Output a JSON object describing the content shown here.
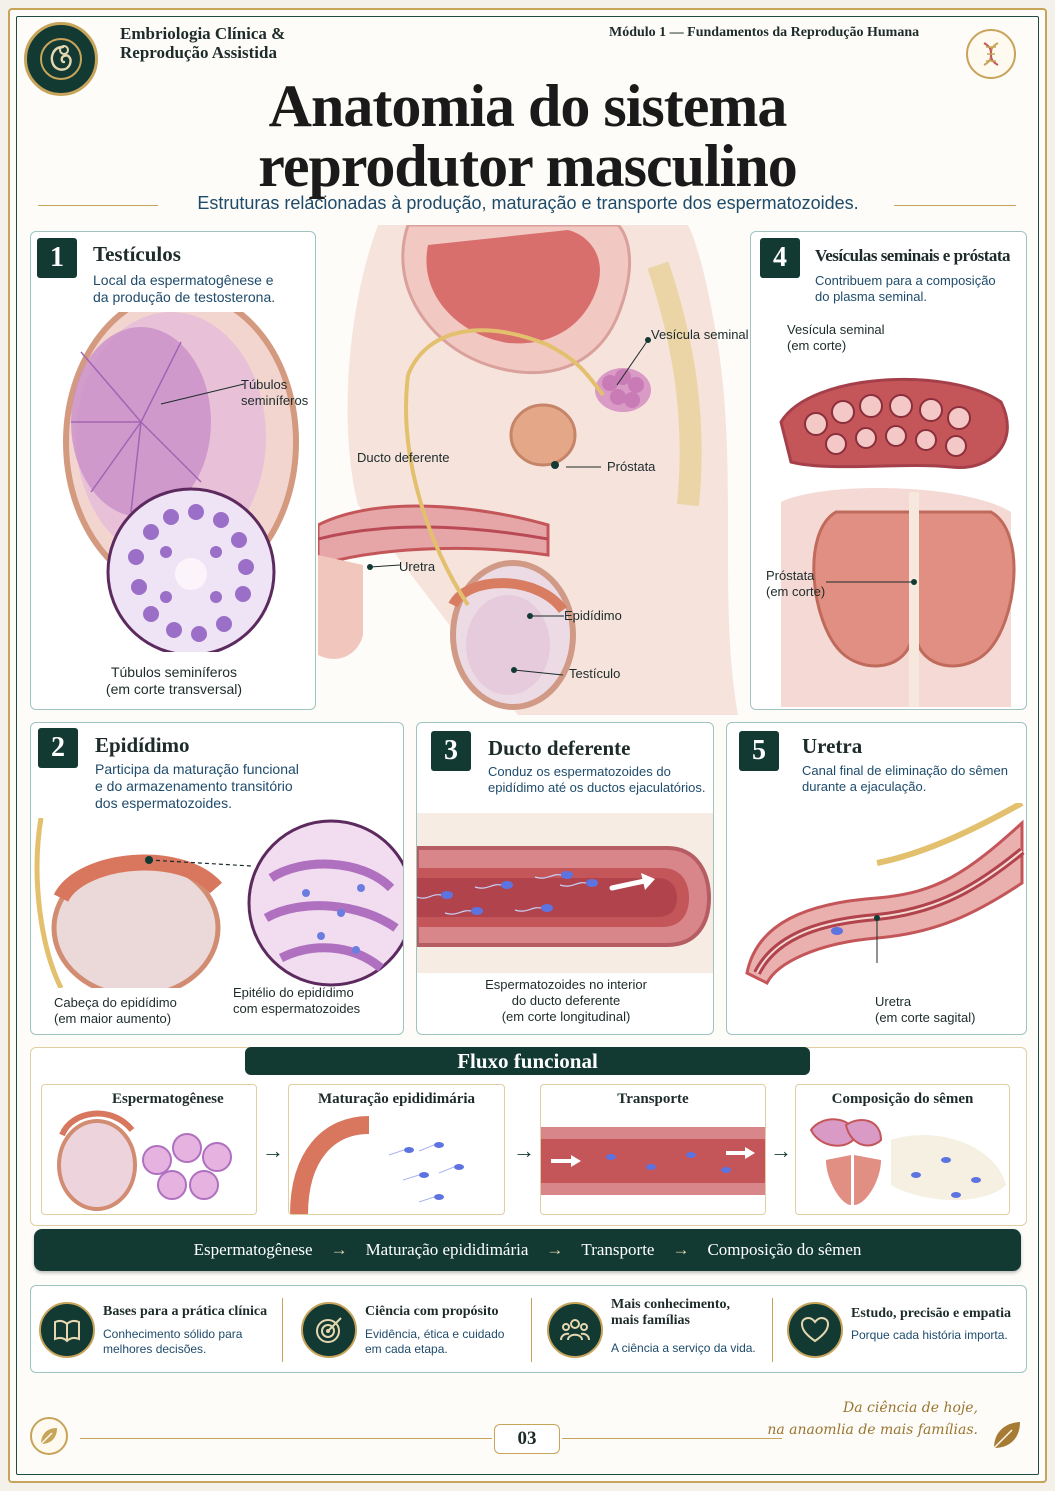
{
  "header": {
    "brand_line1": "Embriologia Clínica &",
    "brand_line2": "Reprodução Assistida",
    "module": "Módulo 1 — Fundamentos da Reprodução Humana",
    "title_line1": "Anatomia do sistema",
    "title_line2": "reprodutor masculino",
    "subtitle": "Estruturas relacionadas à produção, maturação e transporte dos espermatozoides."
  },
  "sections": {
    "testiculos": {
      "number": "1",
      "title": "Testículos",
      "desc_line1": "Local da espermatogênese e",
      "desc_line2": "da produção de testosterona.",
      "label_tubules_1": "Túbulos",
      "label_tubules_2": "seminíferos",
      "caption_1": "Túbulos seminíferos",
      "caption_2": "(em corte transversal)"
    },
    "central": {
      "vesicula": "Vesícula seminal",
      "ducto": "Ducto deferente",
      "prostata": "Próstata",
      "uretra": "Uretra",
      "epididimo": "Epidídimo",
      "testiculo": "Testículo"
    },
    "vesiculas": {
      "number": "4",
      "title": "Vesículas seminais e próstata",
      "desc_line1": "Contribuem para a composição",
      "desc_line2": "do plasma seminal.",
      "label_vesicula_1": "Vesícula seminal",
      "label_vesicula_2": "(em corte)",
      "label_prostata_1": "Próstata",
      "label_prostata_2": "(em corte)"
    },
    "epididimo": {
      "number": "2",
      "title": "Epidídimo",
      "desc_line1": "Participa da maturação funcional",
      "desc_line2": "e do armazenamento transitório",
      "desc_line3": "dos espermatozoides.",
      "caption_left_1": "Cabeça do epidídimo",
      "caption_left_2": "(em maior aumento)",
      "caption_right_1": "Epitélio do epidídimo",
      "caption_right_2": "com espermatozoides"
    },
    "ducto": {
      "number": "3",
      "title": "Ducto deferente",
      "desc_line1": "Conduz os espermatozoides do",
      "desc_line2": "epidídimo até os ductos ejaculatórios.",
      "caption_1": "Espermatozoides no interior",
      "caption_2": "do ducto deferente",
      "caption_3": "(em corte longitudinal)"
    },
    "uretra": {
      "number": "5",
      "title": "Uretra",
      "desc_line1": "Canal final de eliminação do sêmen",
      "desc_line2": "durante a ejaculação.",
      "caption_1": "Uretra",
      "caption_2": "(em corte sagital)"
    }
  },
  "flow": {
    "header": "Fluxo funcional",
    "steps": [
      "Espermatogênese",
      "Maturação epididimária",
      "Transporte",
      "Composição do sêmen"
    ],
    "arrow": "→"
  },
  "values": [
    {
      "title_1": "Bases para a prática clínica",
      "title_2": "",
      "sub_1": "Conhecimento sólido para",
      "sub_2": "melhores decisões."
    },
    {
      "title_1": "Ciência com propósito",
      "title_2": "",
      "sub_1": "Evidência, ética e cuidado",
      "sub_2": "em cada etapa."
    },
    {
      "title_1": "Mais conhecimento,",
      "title_2": "mais famílias",
      "sub_1": "A ciência a serviço da vida.",
      "sub_2": ""
    },
    {
      "title_1": "Estudo, precisão e empatia",
      "title_2": "",
      "sub_1": "Porque cada história importa.",
      "sub_2": ""
    }
  ],
  "value_icons": [
    "open-book-icon",
    "target-icon",
    "people-icon",
    "heart-icon"
  ],
  "footer": {
    "page_number": "03",
    "quote_line1": "Da ciência de hoje,",
    "quote_line2": "na anaomlia de mais famílias."
  },
  "colors": {
    "dark_green": "#123a33",
    "gold": "#c7a45a",
    "text_blue": "#1f4b6b",
    "tissue_pink": "#e9a3a0",
    "tissue_red": "#c4565a",
    "purple": "#9b6fc8"
  }
}
